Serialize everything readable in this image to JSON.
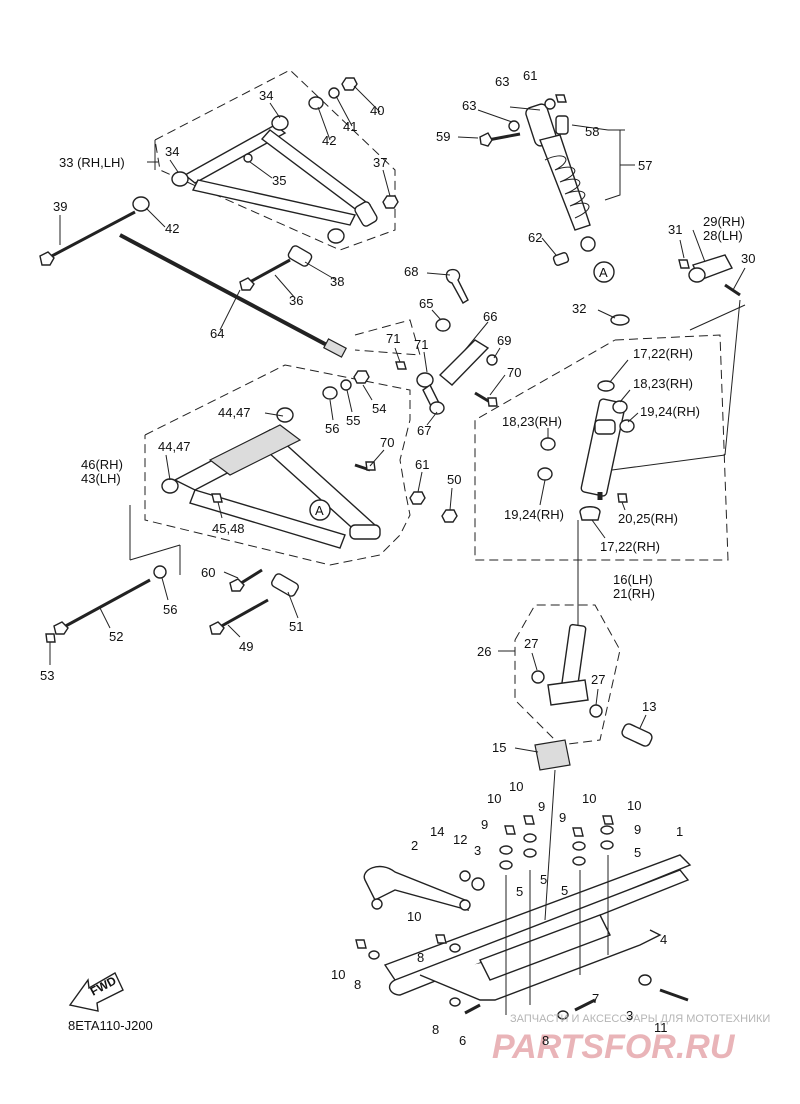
{
  "callouts": [
    {
      "id": "c1",
      "text": "1"
    },
    {
      "id": "c2",
      "text": "2"
    },
    {
      "id": "c3a",
      "text": "3"
    },
    {
      "id": "c3b",
      "text": "3"
    },
    {
      "id": "c4",
      "text": "4"
    },
    {
      "id": "c5a",
      "text": "5"
    },
    {
      "id": "c5b",
      "text": "5"
    },
    {
      "id": "c5c",
      "text": "5"
    },
    {
      "id": "c5d",
      "text": "5"
    },
    {
      "id": "c6",
      "text": "6"
    },
    {
      "id": "c7",
      "text": "7"
    },
    {
      "id": "c8a",
      "text": "8"
    },
    {
      "id": "c8b",
      "text": "8"
    },
    {
      "id": "c8c",
      "text": "8"
    },
    {
      "id": "c8d",
      "text": "8"
    },
    {
      "id": "c9a",
      "text": "9"
    },
    {
      "id": "c9b",
      "text": "9"
    },
    {
      "id": "c9c",
      "text": "9"
    },
    {
      "id": "c9d",
      "text": "9"
    },
    {
      "id": "c10a",
      "text": "10"
    },
    {
      "id": "c10b",
      "text": "10"
    },
    {
      "id": "c10c",
      "text": "10"
    },
    {
      "id": "c10d",
      "text": "10"
    },
    {
      "id": "c10e",
      "text": "10"
    },
    {
      "id": "c10f",
      "text": "10"
    },
    {
      "id": "c11",
      "text": "11"
    },
    {
      "id": "c12",
      "text": "12"
    },
    {
      "id": "c13",
      "text": "13"
    },
    {
      "id": "c14",
      "text": "14"
    },
    {
      "id": "c15",
      "text": "15"
    },
    {
      "id": "c16",
      "text": "16(LH)"
    },
    {
      "id": "c21",
      "text": "21(RH)"
    },
    {
      "id": "c1722a",
      "text": "17,22(RH)"
    },
    {
      "id": "c1722b",
      "text": "17,22(RH)"
    },
    {
      "id": "c1823a",
      "text": "18,23(RH)"
    },
    {
      "id": "c1823b",
      "text": "18,23(RH)"
    },
    {
      "id": "c1924a",
      "text": "19,24(RH)"
    },
    {
      "id": "c1924b",
      "text": "19,24(RH)"
    },
    {
      "id": "c2025",
      "text": "20,25(RH)"
    },
    {
      "id": "c26",
      "text": "26"
    },
    {
      "id": "c27a",
      "text": "27"
    },
    {
      "id": "c27b",
      "text": "27"
    },
    {
      "id": "c29",
      "text": "29(RH)"
    },
    {
      "id": "c28",
      "text": "28(LH)"
    },
    {
      "id": "c30",
      "text": "30"
    },
    {
      "id": "c31",
      "text": "31"
    },
    {
      "id": "c32",
      "text": "32"
    },
    {
      "id": "c33",
      "text": "33 (RH,LH)"
    },
    {
      "id": "c34a",
      "text": "34"
    },
    {
      "id": "c34b",
      "text": "34"
    },
    {
      "id": "c35",
      "text": "35"
    },
    {
      "id": "c36",
      "text": "36"
    },
    {
      "id": "c37",
      "text": "37"
    },
    {
      "id": "c38",
      "text": "38"
    },
    {
      "id": "c39",
      "text": "39"
    },
    {
      "id": "c40",
      "text": "40"
    },
    {
      "id": "c41",
      "text": "41"
    },
    {
      "id": "c42a",
      "text": "42"
    },
    {
      "id": "c42b",
      "text": "42"
    },
    {
      "id": "c4447a",
      "text": "44,47"
    },
    {
      "id": "c4447b",
      "text": "44,47"
    },
    {
      "id": "c46",
      "text": "46(RH)"
    },
    {
      "id": "c43",
      "text": "43(LH)"
    },
    {
      "id": "c4548",
      "text": "45,48"
    },
    {
      "id": "c49",
      "text": "49"
    },
    {
      "id": "c50",
      "text": "50"
    },
    {
      "id": "c51",
      "text": "51"
    },
    {
      "id": "c52",
      "text": "52"
    },
    {
      "id": "c53",
      "text": "53"
    },
    {
      "id": "c54",
      "text": "54"
    },
    {
      "id": "c55",
      "text": "55"
    },
    {
      "id": "c56a",
      "text": "56"
    },
    {
      "id": "c56b",
      "text": "56"
    },
    {
      "id": "c57",
      "text": "57"
    },
    {
      "id": "c58",
      "text": "58"
    },
    {
      "id": "c59",
      "text": "59"
    },
    {
      "id": "c60",
      "text": "60"
    },
    {
      "id": "c61a",
      "text": "61"
    },
    {
      "id": "c61b",
      "text": "61"
    },
    {
      "id": "c62",
      "text": "62"
    },
    {
      "id": "c63a",
      "text": "63"
    },
    {
      "id": "c63b",
      "text": "63"
    },
    {
      "id": "c64",
      "text": "64"
    },
    {
      "id": "c65",
      "text": "65"
    },
    {
      "id": "c66",
      "text": "66"
    },
    {
      "id": "c67",
      "text": "67"
    },
    {
      "id": "c68",
      "text": "68"
    },
    {
      "id": "c69",
      "text": "69"
    },
    {
      "id": "c70a",
      "text": "70"
    },
    {
      "id": "c70b",
      "text": "70"
    },
    {
      "id": "c71a",
      "text": "71"
    },
    {
      "id": "c71b",
      "text": "71"
    },
    {
      "id": "cAa",
      "text": "A"
    },
    {
      "id": "cAb",
      "text": "A"
    }
  ],
  "fwd_label": "FWD",
  "diagram_code": "8ETA110-J200",
  "watermark_small": "ЗАПЧАСТИ И АКСЕССУАРЫ ДЛЯ МОТОТЕХНИКИ",
  "watermark_brand": "PARTSFOR.RU"
}
